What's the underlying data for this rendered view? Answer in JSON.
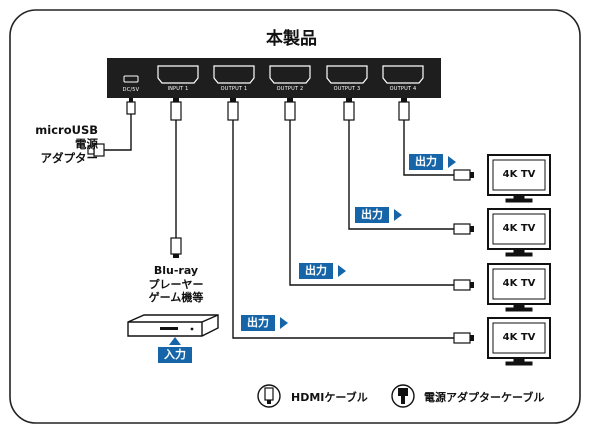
{
  "title": "本製品",
  "ports": [
    "DC/5V",
    "INPUT 1",
    "OUTPUT 1",
    "OUTPUT 2",
    "OUTPUT 3",
    "OUTPUT 4"
  ],
  "power_label": [
    "microUSB",
    "電源",
    "アダプター"
  ],
  "source_label": [
    "Blu-ray",
    "プレーヤー",
    "ゲーム機等"
  ],
  "input_badge": "入力",
  "output_badge": "出力",
  "tv_label": "4K TV",
  "legend": {
    "hdmi": "HDMIケーブル",
    "power": "電源アダプターケーブル"
  },
  "colors": {
    "accent": "#1565a8",
    "device": "#1e1e1e",
    "line": "#111111",
    "border": "#222222"
  }
}
